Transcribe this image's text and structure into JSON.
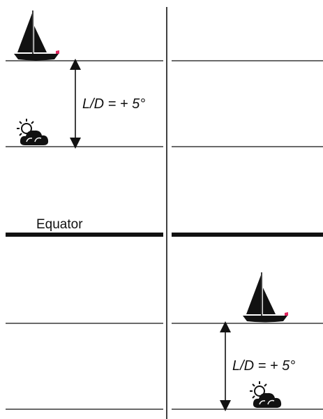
{
  "labels": {
    "equator": "Equator",
    "ld_top": "L/D =  + 5°",
    "ld_bottom": "L/D = + 5°"
  },
  "icons": {
    "boat": "sailboat-icon",
    "weather": "sun-behind-cloud-icon"
  },
  "colors": {
    "ink": "#111111",
    "flag": "#e0245e"
  }
}
